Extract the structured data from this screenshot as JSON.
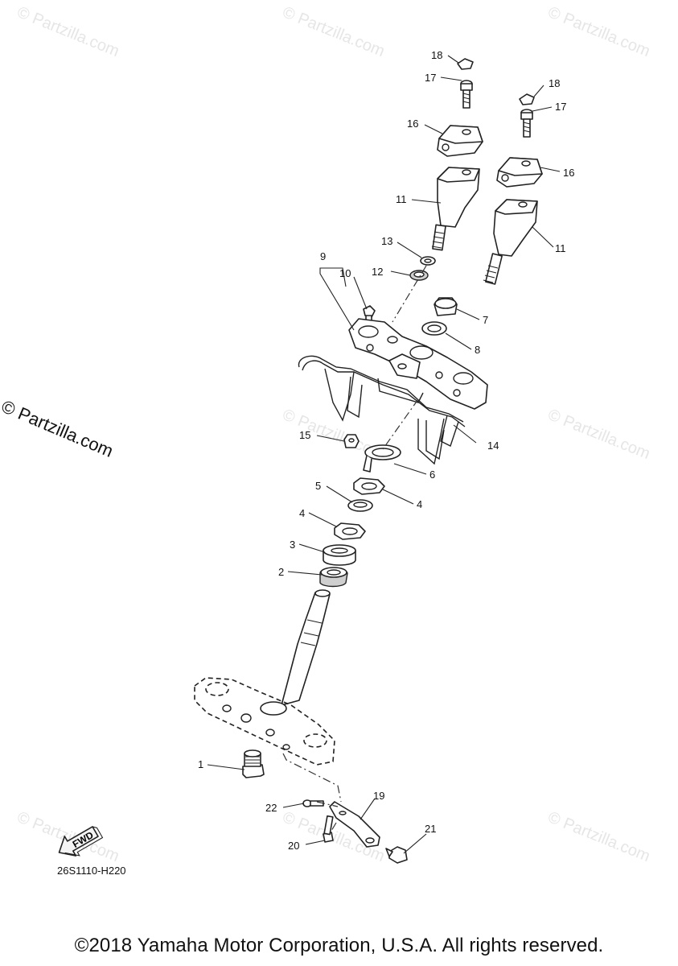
{
  "watermark": "© Partzilla.com",
  "side_watermark": "© Partzilla.com",
  "diagram_code": "26S1110-H220",
  "fwd_label": "FWD",
  "copyright": "©2018 Yamaha Motor Corporation, U.S.A. All rights reserved.",
  "callouts": {
    "c1": "1",
    "c2": "2",
    "c3": "3",
    "c4a": "4",
    "c4b": "4",
    "c5": "5",
    "c6": "6",
    "c7": "7",
    "c8": "8",
    "c9": "9",
    "c10": "10",
    "c11a": "11",
    "c11b": "11",
    "c12": "12",
    "c13": "13",
    "c14": "14",
    "c15": "15",
    "c16a": "16",
    "c16b": "16",
    "c17a": "17",
    "c17b": "17",
    "c18a": "18",
    "c18b": "18",
    "c19": "19",
    "c20": "20",
    "c21": "21",
    "c22": "22"
  }
}
